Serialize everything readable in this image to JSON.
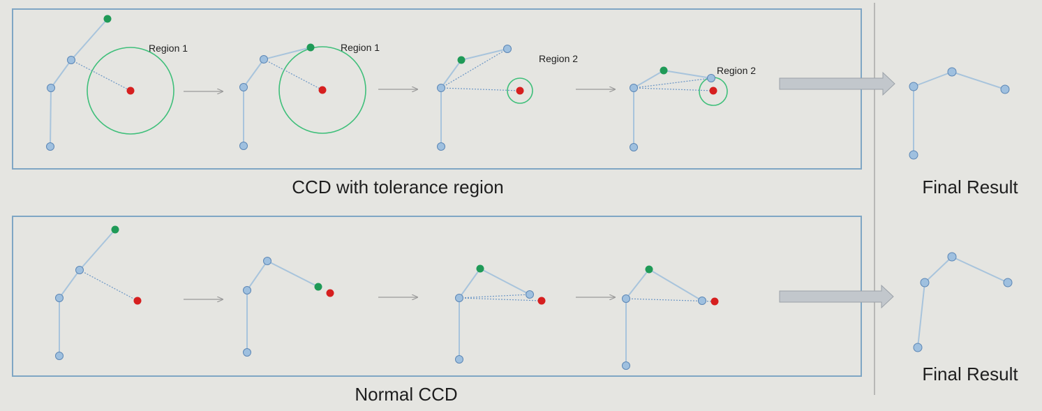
{
  "colors": {
    "background": "#e5e5e1",
    "frame": "#7fa6c4",
    "bone": "#a8c4dc",
    "joint_fill": "#9fc0df",
    "joint_stroke": "#5b86b5",
    "end_effector": "#1f9a57",
    "target": "#d61f1f",
    "tolerance_circle": "#3fbf7a",
    "small_arrow": "#9a9a9a",
    "big_arrow_fill": "#c2c7cc",
    "big_arrow_stroke": "#9aa1a8",
    "divider": "#9a9a9a",
    "text": "#1e1e1e"
  },
  "labels": {
    "ccd_tolerance": "CCD with tolerance region",
    "normal_ccd": "Normal CCD",
    "final_result_top": "Final Result",
    "final_result_bottom": "Final Result",
    "region_1a": "Region 1",
    "region_1b": "Region 1",
    "region_2a": "Region 2",
    "region_2b": "Region 2"
  }
}
